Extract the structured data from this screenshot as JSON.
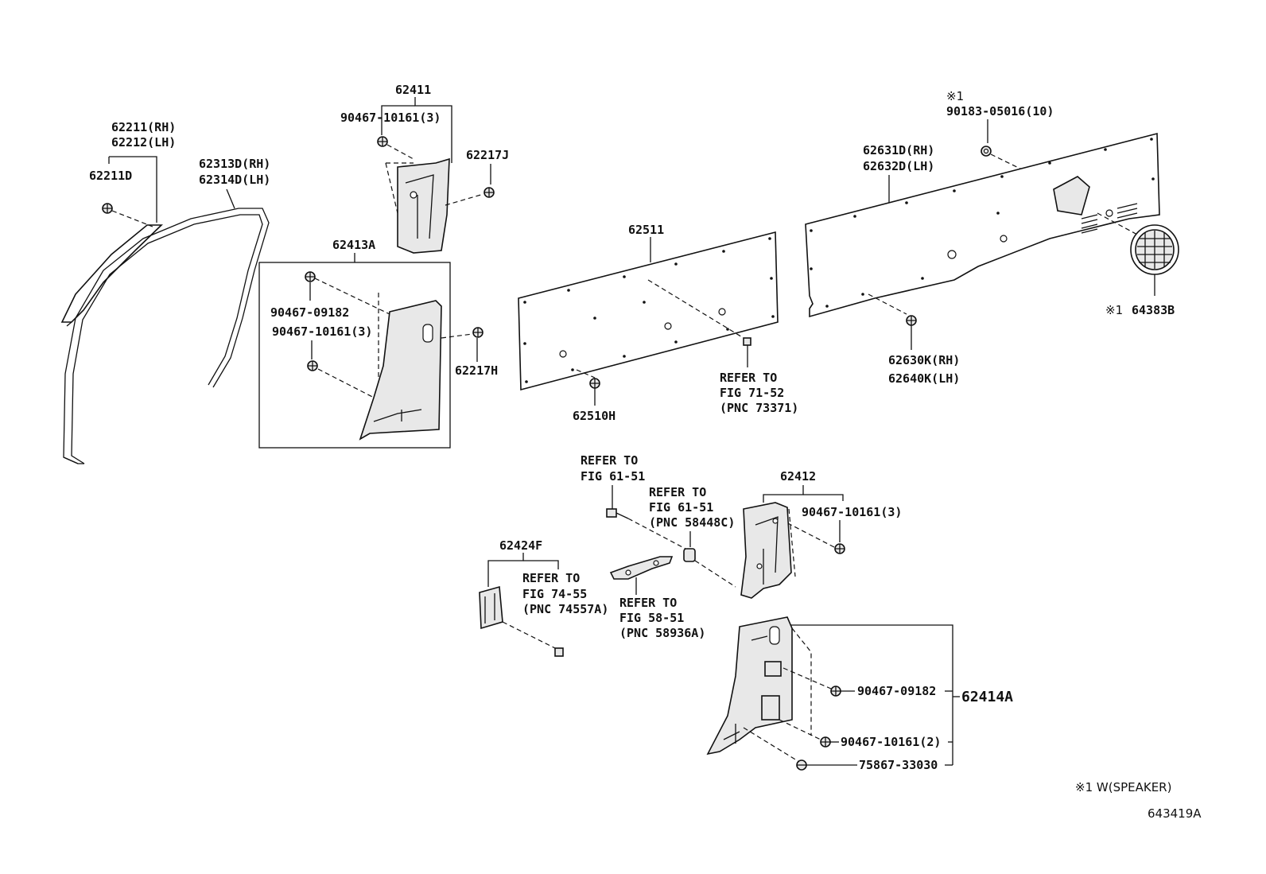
{
  "labels": {
    "p62211": "62211(RH)",
    "p62212": "62212(LH)",
    "p62211D": "62211D",
    "p62313D": "62313D(RH)",
    "p62314D": "62314D(LH)",
    "p62411": "62411",
    "p90467_10161_3a": "90467-10161(3)",
    "p62217J": "62217J",
    "p62413A": "62413A",
    "p90467_09182a": "90467-09182",
    "p90467_10161_3b": "90467-10161(3)",
    "p62217H": "62217H",
    "p62511": "62511",
    "p62510H": "62510H",
    "ref71_1": "REFER TO",
    "ref71_2": "FIG 71-52",
    "ref71_3": "(PNC 73371)",
    "note1_mark": "※1",
    "p90183": "90183-05016(10)",
    "p62631D": "62631D(RH)",
    "p62632D": "62632D(LH)",
    "p64383B_mark": "※1",
    "p64383B": "64383B",
    "p62630K": "62630K(RH)",
    "p62640K": "62640K(LH)",
    "ref61a_1": "REFER TO",
    "ref61a_2": "FIG 61-51",
    "ref61b_1": "REFER TO",
    "ref61b_2": "FIG 61-51",
    "ref61b_3": "(PNC 58448C)",
    "p62412": "62412",
    "p90467_10161_3c": "90467-10161(3)",
    "p62424F": "62424F",
    "ref74_1": "REFER TO",
    "ref74_2": "FIG 74-55",
    "ref74_3": "(PNC 74557A)",
    "ref58_1": "REFER TO",
    "ref58_2": "FIG 58-51",
    "ref58_3": "(PNC 58936A)",
    "p90467_09182b": "90467-09182",
    "p62414A": "62414A",
    "p90467_10161_2": "90467-10161(2)",
    "p75867": "75867-33030",
    "footnote": "※1 W(SPEAKER)",
    "fig_id": "643419A"
  },
  "icons": [
    "clip-icon",
    "bolt-icon",
    "grille-icon"
  ]
}
